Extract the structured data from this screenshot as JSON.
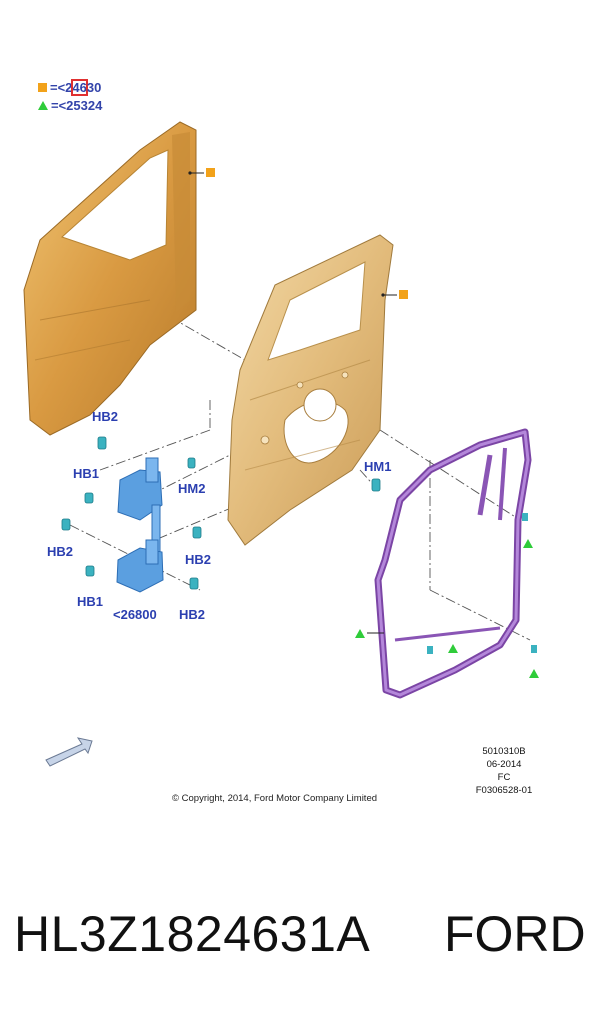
{
  "legend": [
    {
      "symbol": "orange-square",
      "color": "#f2a21a",
      "prefix": "=<2",
      "highlight": "46",
      "suffix": "30"
    },
    {
      "symbol": "green-triangle",
      "color": "#2fcc3a",
      "text": "=<25324"
    }
  ],
  "callouts": {
    "hb2_top": "HB2",
    "hb1_left": "HB1",
    "hm2": "HM2",
    "hm1": "HM1",
    "hb2_left": "HB2",
    "hb2_right_mid": "HB2",
    "hb1_bottom": "HB1",
    "ref_26800": "<26800",
    "hb2_bottom": "HB2"
  },
  "metadata": [
    "5010310B",
    "06-2014",
    "FC",
    "F0306528-01"
  ],
  "copyright": "© Copyright, 2014, Ford Motor Company Limited",
  "part_number": "HL3Z1824631A",
  "brand": "FORD",
  "colors": {
    "outer_panel": "#d9a04e",
    "inner_panel": "#e3bf80",
    "hinge": "#5b9fe0",
    "weatherstrip": "#9b62c4",
    "bolt": "#3bb2c0",
    "callout_text": "#2b3fb0"
  }
}
